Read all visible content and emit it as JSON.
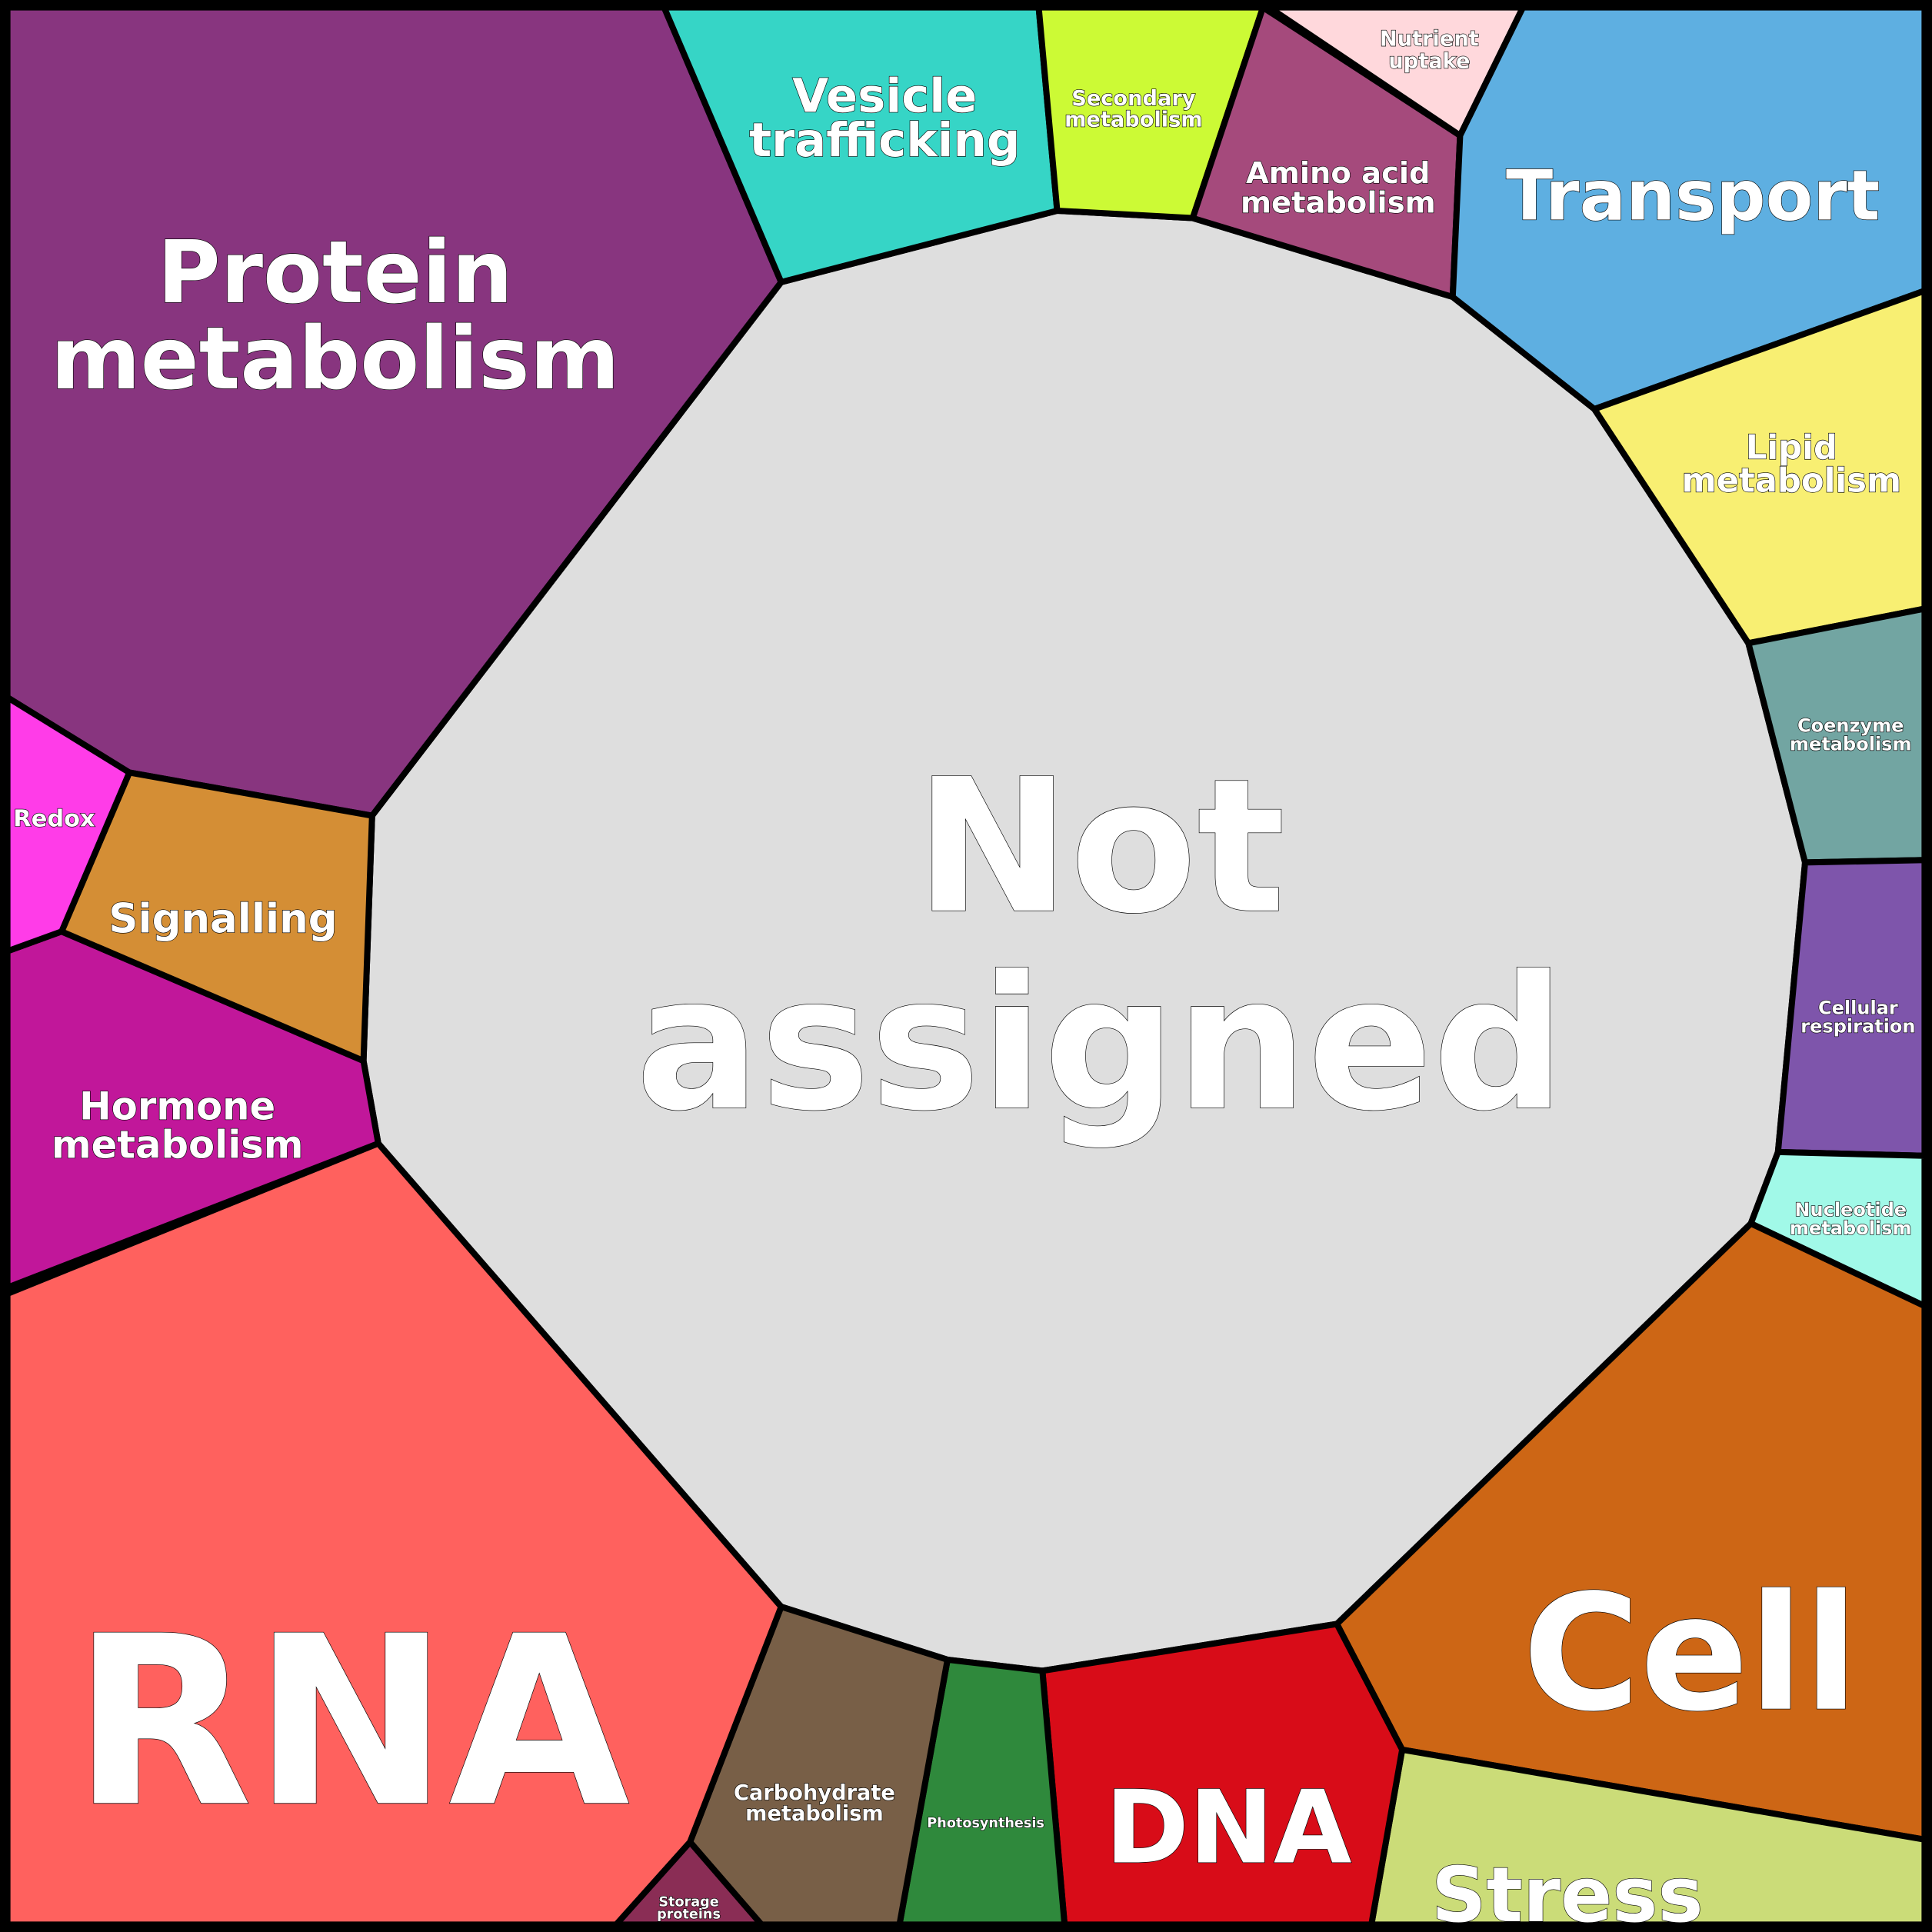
{
  "title": "Functional category treemap",
  "categories": [
    {
      "id": "not-assigned",
      "label": [
        "Not",
        "assigned"
      ],
      "color": "#dedede"
    },
    {
      "id": "protein-metabolism",
      "label": [
        "Protein",
        "metabolism"
      ],
      "color": "#88357f"
    },
    {
      "id": "vesicle-trafficking",
      "label": [
        "Vesicle",
        "trafficking"
      ],
      "color": "#36d5c6"
    },
    {
      "id": "secondary-metabolism",
      "label": [
        "Secondary",
        "metabolism"
      ],
      "color": "#ccfa35"
    },
    {
      "id": "amino-acid-metabolism",
      "label": [
        "Amino acid",
        "metabolism"
      ],
      "color": "#a54a7c"
    },
    {
      "id": "nutrient-uptake",
      "label": [
        "Nutrient",
        "uptake"
      ],
      "color": "#ffd8dc"
    },
    {
      "id": "transport",
      "label": [
        "Transport"
      ],
      "color": "#5eafe1"
    },
    {
      "id": "lipid-metabolism",
      "label": [
        "Lipid",
        "metabolism"
      ],
      "color": "#f8ef72"
    },
    {
      "id": "coenzyme-metabolism",
      "label": [
        "Coenzyme",
        "metabolism"
      ],
      "color": "#72a5a2"
    },
    {
      "id": "cellular-respiration",
      "label": [
        "Cellular",
        "respiration"
      ],
      "color": "#7e55ab"
    },
    {
      "id": "nucleotide-metabolism",
      "label": [
        "Nucleotide",
        "metabolism"
      ],
      "color": "#a1f9e8"
    },
    {
      "id": "cell",
      "label": [
        "Cell"
      ],
      "color": "#cd6615"
    },
    {
      "id": "stress",
      "label": [
        "Stress"
      ],
      "color": "#cbdc78"
    },
    {
      "id": "dna",
      "label": [
        "DNA"
      ],
      "color": "#d80c18"
    },
    {
      "id": "photosynthesis",
      "label": [
        "Photosynthesis"
      ],
      "color": "#2f893c"
    },
    {
      "id": "carbohydrate-metabolism",
      "label": [
        "Carbohydrate",
        "metabolism"
      ],
      "color": "#785f47"
    },
    {
      "id": "storage-proteins",
      "label": [
        "Storage",
        "proteins"
      ],
      "color": "#8a2d55"
    },
    {
      "id": "rna",
      "label": [
        "RNA"
      ],
      "color": "#ff615e"
    },
    {
      "id": "hormone-metabolism",
      "label": [
        "Hormone",
        "metabolism"
      ],
      "color": "#c1179a"
    },
    {
      "id": "signalling",
      "label": [
        "Signalling"
      ],
      "color": "#d48e35"
    },
    {
      "id": "redox",
      "label": [
        "Redox"
      ],
      "color": "#ff3ce8"
    }
  ]
}
